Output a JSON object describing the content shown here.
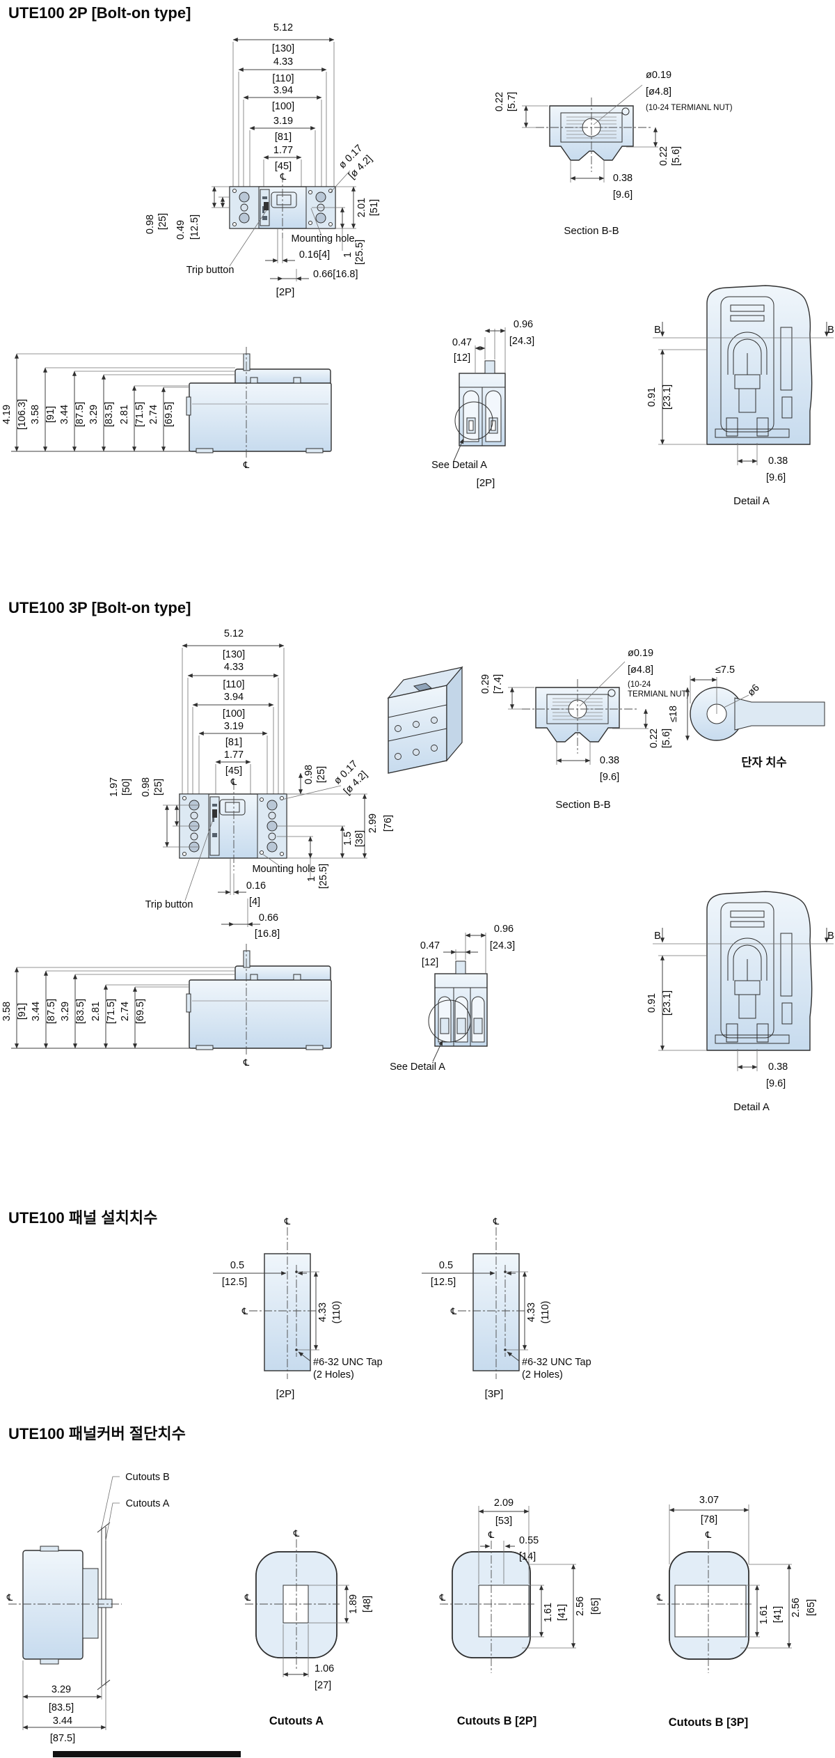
{
  "symbols": {
    "centerline": "℄"
  },
  "colors": {
    "body_fill_top": "#f0f6fb",
    "body_fill_bottom": "#c7dbee",
    "line": "#2f2f2f",
    "text": "#0a0a0a"
  },
  "sections": {
    "p2": {
      "title": "UTE100 2P [Bolt-on type]",
      "front": {
        "widths": [
          {
            "in": "5.12",
            "mm": "[130]"
          },
          {
            "in": "4.33",
            "mm": "[110]"
          },
          {
            "in": "3.94",
            "mm": "[100]"
          },
          {
            "in": "3.19",
            "mm": "[81]"
          },
          {
            "in": "1.77",
            "mm": "[45]"
          }
        ],
        "left_top": {
          "in": "0.98",
          "mm": "[25]"
        },
        "left_bottom": {
          "in": "0.49",
          "mm": "[12.5]"
        },
        "hole": {
          "in": "ø 0.17",
          "mm": "[ø 4.2]"
        },
        "height": {
          "in": "2.01",
          "mm": "[51]"
        },
        "hole_offset": {
          "in": "1",
          "mm": "[25.5]"
        },
        "trip_label": "Trip button",
        "mount_label": "Mounting hole",
        "offset_a": "0.16[4]",
        "offset_b": "0.66[16.8]",
        "caption": "[2P]"
      },
      "section_bb": {
        "top": {
          "in": "0.22",
          "mm": "[5.7]"
        },
        "hole": {
          "in": "ø0.19",
          "mm": "[ø4.8]"
        },
        "nut_note": "(10-24 TERMIANL NUT)",
        "side": {
          "in": "0.22",
          "mm": "[5.6]"
        },
        "bottom": {
          "in": "0.38",
          "mm": "[9.6]"
        },
        "caption": "Section B-B"
      },
      "side": {
        "dims": [
          {
            "in": "4.19",
            "mm": "[106.3]"
          },
          {
            "in": "3.58",
            "mm": "[91]"
          },
          {
            "in": "3.44",
            "mm": "[87.5]"
          },
          {
            "in": "3.29",
            "mm": "[83.5]"
          },
          {
            "in": "2.81",
            "mm": "[71.5]"
          },
          {
            "in": "2.74",
            "mm": "[69.5]"
          }
        ]
      },
      "bottom": {
        "w_outer": {
          "in": "0.96",
          "mm": "[24.3]"
        },
        "w_inner": {
          "in": "0.47",
          "mm": "[12]"
        },
        "see_label": "See Detail A",
        "caption": "[2P]"
      },
      "detail": {
        "marker": "B",
        "h": {
          "in": "0.91",
          "mm": "[23.1]"
        },
        "w": {
          "in": "0.38",
          "mm": "[9.6]"
        },
        "caption": "Detail A"
      }
    },
    "p3": {
      "title": "UTE100 3P [Bolt-on type]",
      "front": {
        "widths": [
          {
            "in": "5.12",
            "mm": "[130]"
          },
          {
            "in": "4.33",
            "mm": "[110]"
          },
          {
            "in": "3.94",
            "mm": "[100]"
          },
          {
            "in": "3.19",
            "mm": "[81]"
          },
          {
            "in": "1.77",
            "mm": "[45]"
          }
        ],
        "left_outer": {
          "in": "1.97",
          "mm": "[50]"
        },
        "left_inner": {
          "in": "0.98",
          "mm": "[25]"
        },
        "right_top": {
          "in": "0.98",
          "mm": "[25]"
        },
        "hole": {
          "in": "ø 0.17",
          "mm": "[ø 4.2]"
        },
        "height": {
          "in": "2.99",
          "mm": "[76]"
        },
        "mid": {
          "in": "1.5",
          "mm": "[38]"
        },
        "hole_offset": {
          "in": "1",
          "mm": "[25.5]"
        },
        "trip_label": "Trip button",
        "mount_label": "Mounting hole",
        "offset_a": {
          "in": "0.16",
          "mm": "[4]"
        },
        "offset_b": {
          "in": "0.66",
          "mm": "[16.8]"
        }
      },
      "section_bb": {
        "top": {
          "in": "0.29",
          "mm": "[7.4]"
        },
        "hole": {
          "in": "ø0.19",
          "mm": "[ø4.8]"
        },
        "nut_note_1": "(10-24",
        "nut_note_2": "TERMIANL NUT)",
        "side": {
          "in": "0.22",
          "mm": "[5.6]"
        },
        "bottom": {
          "in": "0.38",
          "mm": "[9.6]"
        },
        "caption": "Section B-B"
      },
      "terminal": {
        "width": "≤7.5",
        "hole": "ø6",
        "height": "≤18",
        "caption": "단자 치수"
      },
      "side": {
        "dims": [
          {
            "in": "3.58",
            "mm": "[91]"
          },
          {
            "in": "3.44",
            "mm": "[87.5]"
          },
          {
            "in": "3.29",
            "mm": "[83.5]"
          },
          {
            "in": "2.81",
            "mm": "[71.5]"
          },
          {
            "in": "2.74",
            "mm": "[69.5]"
          }
        ]
      },
      "bottom": {
        "w_outer": {
          "in": "0.96",
          "mm": "[24.3]"
        },
        "w_inner": {
          "in": "0.47",
          "mm": "[12]"
        },
        "see_label": "See Detail A"
      },
      "detail": {
        "marker": "B",
        "h": {
          "in": "0.91",
          "mm": "[23.1]"
        },
        "w": {
          "in": "0.38",
          "mm": "[9.6]"
        },
        "caption": "Detail A"
      }
    },
    "panel": {
      "title": "UTE100 패널 설치치수",
      "offset": {
        "in": "0.5",
        "mm": "[12.5]"
      },
      "pitch": {
        "in": "4.33",
        "mm": "(110)"
      },
      "tap_line1": "#6-32 UNC Tap",
      "tap_line2": "(2 Holes)",
      "caption_2p": "[2P]",
      "caption_3p": "[3P]"
    },
    "cutout": {
      "title": "UTE100 패널커버 절단치수",
      "label_b": "Cutouts B",
      "label_a": "Cutouts A",
      "depth_a": {
        "in": "3.29",
        "mm": "[83.5]"
      },
      "depth_b": {
        "in": "3.44",
        "mm": "[87.5]"
      },
      "a": {
        "h": {
          "in": "1.89",
          "mm": "[48]"
        },
        "w": {
          "in": "1.06",
          "mm": "[27]"
        },
        "caption": "Cutouts A"
      },
      "b2p": {
        "w": {
          "in": "2.09",
          "mm": "[53]"
        },
        "off": {
          "in": "0.55",
          "mm": "[14]"
        },
        "h1": {
          "in": "1.61",
          "mm": "[41]"
        },
        "h2": {
          "in": "2.56",
          "mm": "[65]"
        },
        "caption": "Cutouts B [2P]"
      },
      "b3p": {
        "w": {
          "in": "3.07",
          "mm": "[78]"
        },
        "h1": {
          "in": "1.61",
          "mm": "[41]"
        },
        "h2": {
          "in": "2.56",
          "mm": "[65]"
        },
        "caption": "Cutouts B [3P]"
      }
    }
  }
}
